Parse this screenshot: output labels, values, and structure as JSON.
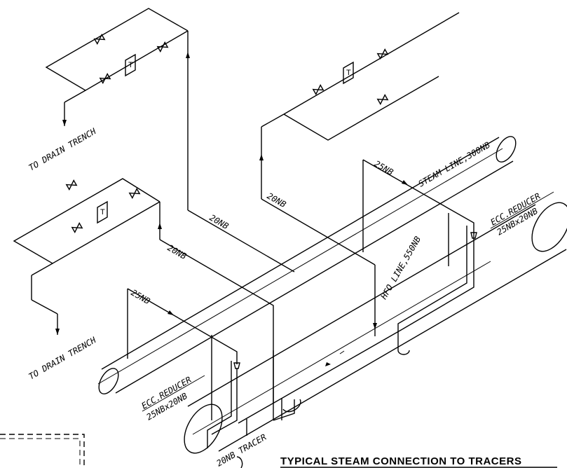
{
  "drawing": {
    "title": "TYPICAL STEAM CONNECTION TO TRACERS",
    "labels": {
      "drain_upper": "TO DRAIN TRENCH",
      "drain_lower": "TO DRAIN TRENCH",
      "nb20_a": "20NB",
      "nb20_b": "20NB",
      "nb20_c": "20NB",
      "nb25_top": "25NB",
      "nb25_left": "25NB",
      "steam_line": "STEAM LINE,300NB",
      "hfo_line": "HFO LINE,550NB",
      "ecc_right_1": "ECC.REDUCER",
      "ecc_right_2": "25NBx20NB",
      "ecc_left_1": "ECC.REDUCER",
      "ecc_left_2": "25NBx20NB",
      "tracer": "20NB TRACER"
    },
    "trap_tag": "T"
  }
}
